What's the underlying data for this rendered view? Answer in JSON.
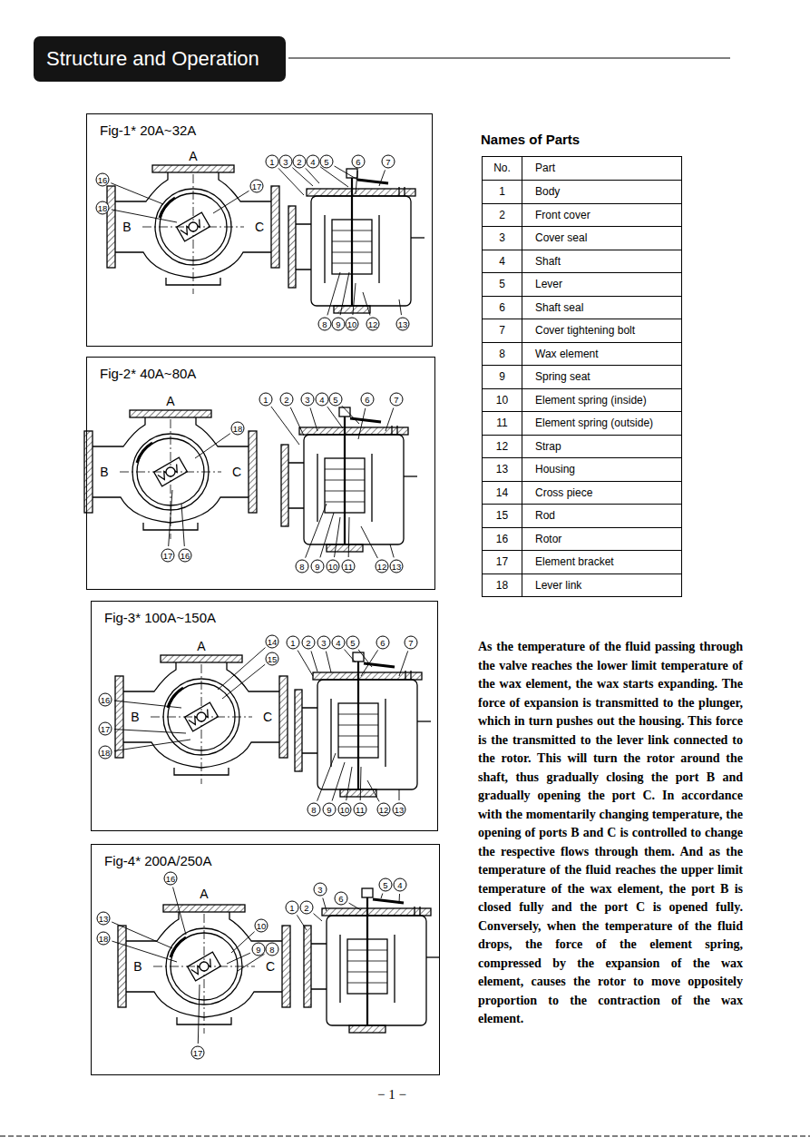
{
  "diagram": {
    "title": "Structure and Operation",
    "nodes": [
      {
        "text": [
          "Fig-1* 20A~32A"
        ]
      },
      {
        "text": [
          "Fig-2* 40A~80A"
        ]
      },
      {
        "text": [
          "Fig-3* 100A~150A"
        ]
      },
      {
        "text": [
          "Fig-4* 200A/250A"
        ]
      }
    ],
    "labels": [
      "Names of Parts",
      "No.",
      "Part",
      "1",
      "Body",
      "2",
      "Front cover",
      "3",
      "Cover seal",
      "4",
      "Shaft",
      "5",
      "Lever",
      "6",
      "Shaft seal",
      "7",
      "Cover tightening bolt",
      "8",
      "Wax element",
      "9",
      "Spring seat",
      "10",
      "Element spring (inside)",
      "11",
      "Element spring (outside)",
      "12",
      "Strap",
      "13",
      "Housing",
      "14",
      "Cross piece",
      "15",
      "Rod",
      "16",
      "Rotor",
      "17",
      "Element bracket",
      "18",
      "Lever link",
      "As the temperature of the fluid passing through the valve reaches the lower limit temperature of the wax element, the wax starts expanding. The force of expansion is transmitted to the plunger, which in turn pushes out the housing. This force is the transmitted to the lever link connected to the rotor. This will turn the rotor around the shaft, thus gradually closing the port B and gradually opening the port C. In accordance with the momentarily changing temperature, the opening of ports B and C is controlled to change the respective flows through them. And as the temperature of the fluid reaches the upper limit temperature of the wax element, the port B is closed fully and the port C is opened fully. Conversely, when the temperature of the fluid drops, the force of the element spring, compressed by the expansion of the wax element, causes the rotor to move oppositely proportion to the contraction of the wax element.",
      "− 1 −",
      "16",
      "18",
      "A",
      "17",
      "B",
      "C",
      "1",
      "3",
      "2",
      "4",
      "5",
      "6",
      "7",
      "8",
      "9",
      "10",
      "12",
      "13",
      "A",
      "18",
      "B",
      "C",
      "17",
      "16",
      "1",
      "2",
      "3",
      "4",
      "5",
      "6",
      "7",
      "8",
      "9",
      "10",
      "11",
      "12",
      "13",
      "14",
      "15",
      "A",
      "16",
      "B",
      "C",
      "17",
      "18",
      "1",
      "2",
      "3",
      "4",
      "5",
      "6",
      "7",
      "8",
      "9",
      "10",
      "11",
      "12",
      "13",
      "16",
      "A",
      "13",
      "3",
      "10",
      "1",
      "2",
      "6",
      "5",
      "4",
      "18",
      "9",
      "8",
      "B",
      "C",
      "17"
    ]
  }
}
